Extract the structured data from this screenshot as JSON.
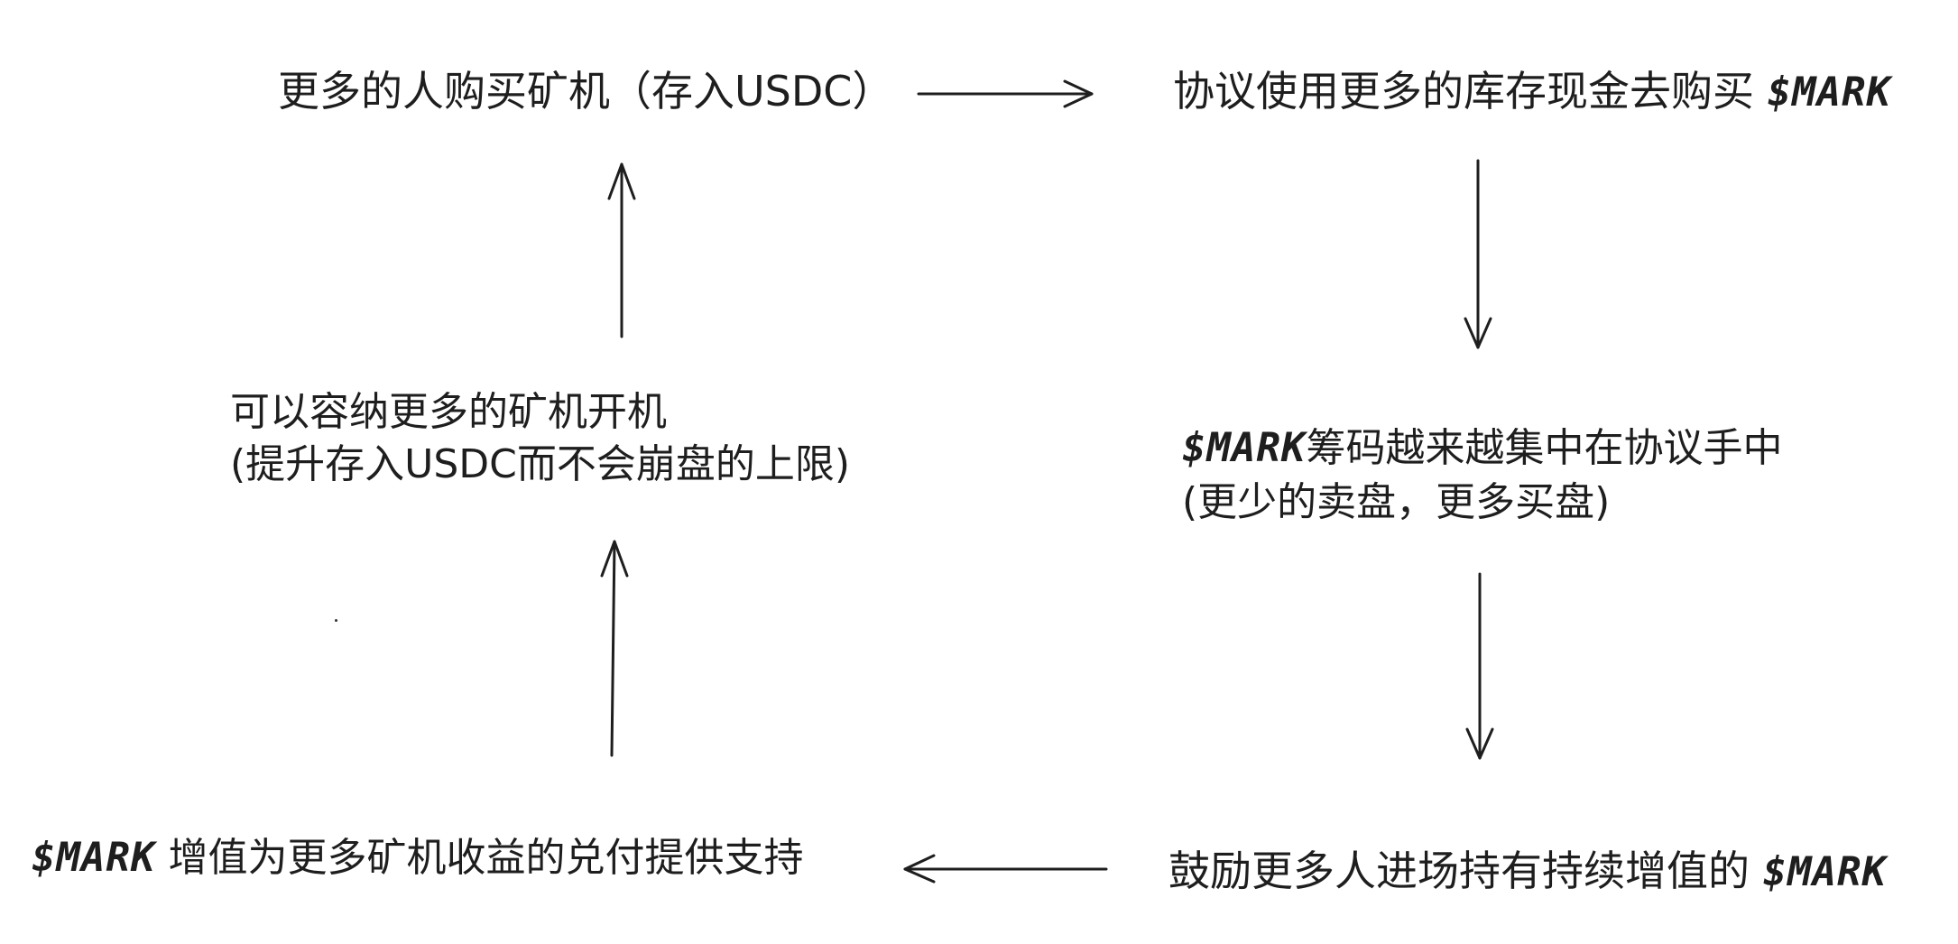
{
  "nodes": {
    "n1": {
      "text": "更多的人购买矿机（存入USDC）"
    },
    "n2": {
      "text": "协议使用更多的库存现金去购买 ",
      "token": "$MARK"
    },
    "n3": {
      "token": "$MARK",
      "line1": "筹码越来越集中在协议手中",
      "line2": "(更少的卖盘，更多买盘)"
    },
    "n4": {
      "text": "鼓励更多人进场持有持续增值的 ",
      "token": "$MARK"
    },
    "n5": {
      "token": "$MARK",
      "text": " 增值为更多矿机收益的兑付提供支持"
    },
    "n6": {
      "line1": "可以容纳更多的矿机开机",
      "line2": "(提升存入USDC而不会崩盘的上限)"
    }
  }
}
